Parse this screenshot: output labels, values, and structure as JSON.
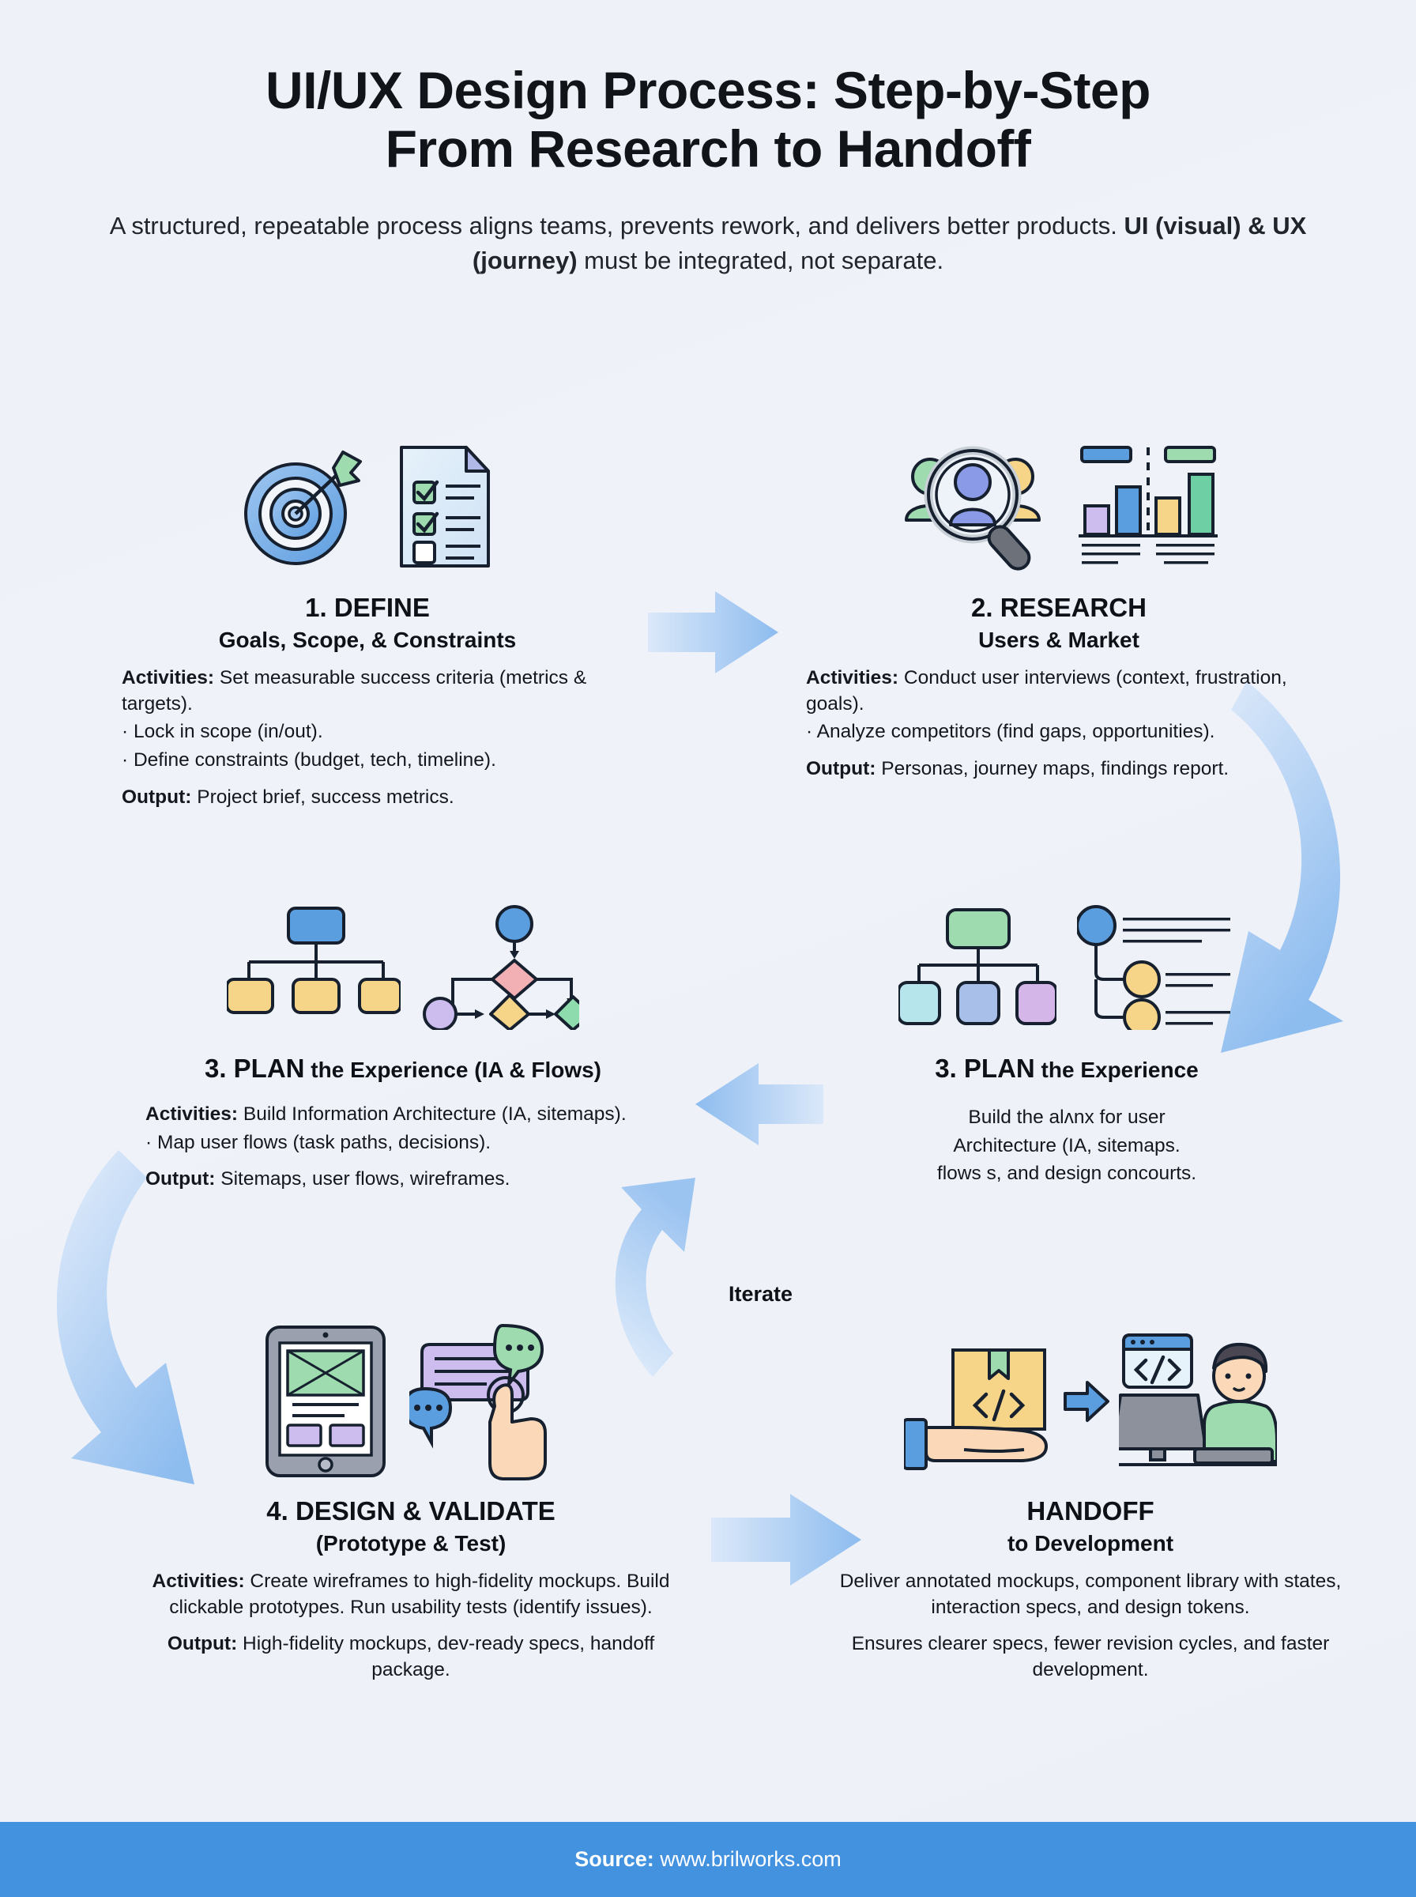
{
  "header": {
    "title_line1": "UI/UX Design Process: Step-by-Step",
    "title_line2": "From Research to Handoff",
    "subtitle_part1": "A structured, repeatable process aligns teams, prevents rework, and delivers better products. ",
    "subtitle_bold": "UI (visual) & UX (journey)",
    "subtitle_part2": " must be integrated, not separate."
  },
  "steps": {
    "define": {
      "title": "1. DEFINE",
      "subtitle": "Goals, Scope, & Constraints",
      "activities_label": "Activities:",
      "activities_text": " Set measurable success criteria (metrics & targets).",
      "bullet1": "· Lock in scope (in/out).",
      "bullet2": "· Define constraints (budget, tech, timeline).",
      "output_label": "Output:",
      "output_text": " Project brief, success metrics."
    },
    "research": {
      "title": "2. RESEARCH",
      "subtitle": "Users & Market",
      "activities_label": "Activities:",
      "activities_text": " Conduct user interviews (context, frustration, goals).",
      "bullet1": "· Analyze competitors (find gaps, opportunities).",
      "output_label": "Output:",
      "output_text": " Personas, journey maps, findings report."
    },
    "plan_left": {
      "title_bold": "3. PLAN",
      "title_light": " the Experience (IA & Flows)",
      "activities_label": "Activities:",
      "activities_text": " Build Information Architecture (IA, sitemaps).",
      "bullet1": "· Map user flows (task paths, decisions).",
      "output_label": "Output:",
      "output_text": " Sitemaps, user flows, wireframes."
    },
    "plan_right": {
      "title_bold": "3. PLAN",
      "title_light": " the Experience",
      "line1": "Build the alʌnx for user",
      "line2": "Architecture (IA, sitemaps.",
      "line3": "flows s, and design concourts."
    },
    "design": {
      "title": "4. DESIGN & VALIDATE",
      "subtitle": "(Prototype & Test)",
      "activities_label": "Activities:",
      "activities_text": " Create wireframes to high-fidelity mockups. Build clickable prototypes. Run usability tests (identify issues).",
      "output_label": "Output:",
      "output_text": " High-fidelity mockups, dev-ready specs, handoff package."
    },
    "handoff": {
      "title": "HANDOFF",
      "subtitle": "to Development",
      "line1": "Deliver annotated mockups, component library with states, interaction specs, and design tokens.",
      "line2": "Ensures clearer specs, fewer revision cycles, and faster development."
    }
  },
  "iterate_label": "Iterate",
  "footer": {
    "source_label": "Source:",
    "source_url": " www.brilworks.com"
  },
  "colors": {
    "background": "#eef1f7",
    "footer_bar": "#4392e0",
    "arrow_blue": "#8dbcef",
    "arrow_pale": "#d9e7f8",
    "accent_blue": "#5a9ee0",
    "accent_green": "#9edcb0",
    "accent_yellow": "#f6d488",
    "accent_purple": "#cdbdee",
    "accent_pink": "#f2b0b4",
    "stroke": "#16202e"
  }
}
